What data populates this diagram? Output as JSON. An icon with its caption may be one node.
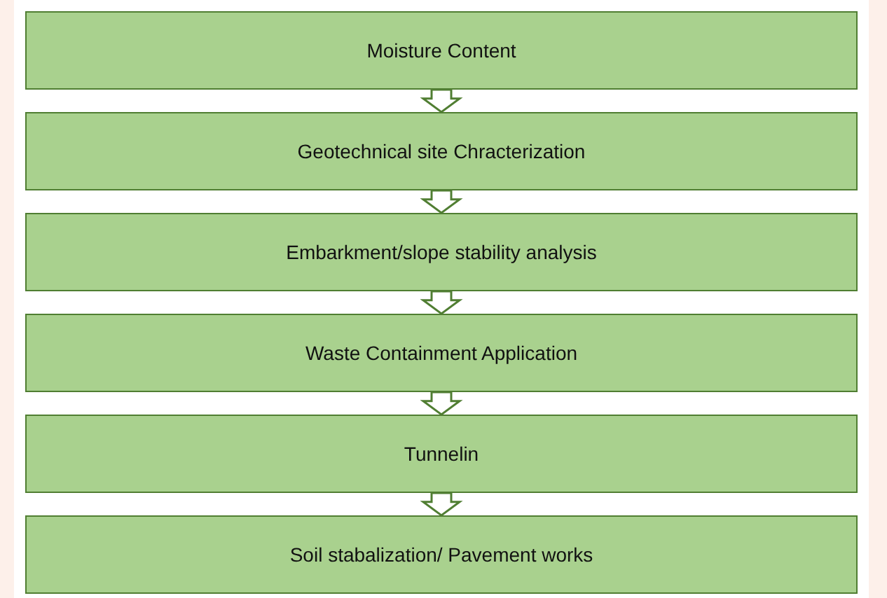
{
  "diagram": {
    "nodes": [
      {
        "text": [
          "Moisture Content"
        ]
      },
      {
        "text": [
          "Geotechnical site Chracterization"
        ]
      },
      {
        "text": [
          "Embarkment/slope stability analysis"
        ]
      },
      {
        "text": [
          "Waste Containment Application"
        ]
      },
      {
        "text": [
          "Tunnelin"
        ]
      },
      {
        "text": [
          "Soil stabalization/ Pavement works"
        ]
      }
    ],
    "edges": [
      {
        "from": 0,
        "to": 1,
        "arrow": "to"
      },
      {
        "from": 1,
        "to": 2,
        "arrow": "to"
      },
      {
        "from": 2,
        "to": 3,
        "arrow": "to"
      },
      {
        "from": 3,
        "to": 4,
        "arrow": "to"
      },
      {
        "from": 4,
        "to": 5,
        "arrow": "to"
      }
    ]
  }
}
